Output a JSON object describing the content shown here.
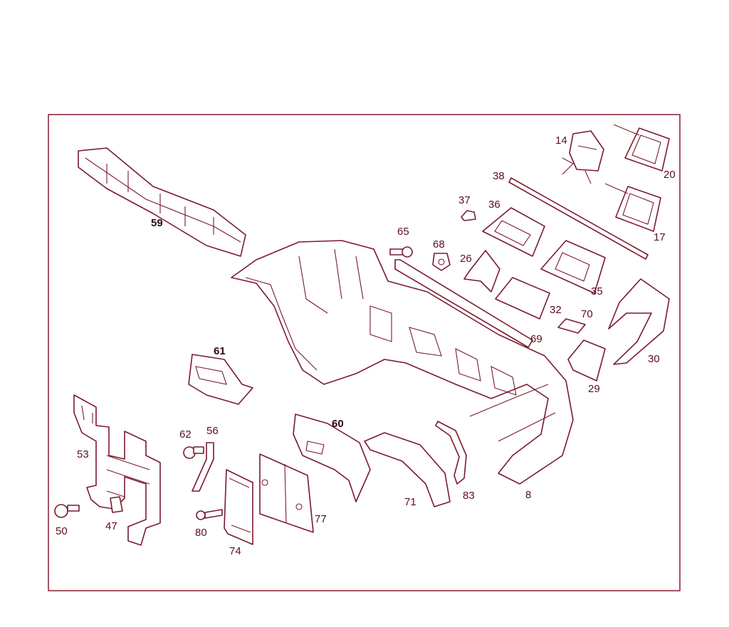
{
  "colors": {
    "line": "#7a1a2e",
    "label": "#5a0f1e",
    "frame": "#8a1a2e",
    "background": "#ffffff"
  },
  "labels": {
    "l14": "14",
    "l20": "20",
    "l38": "38",
    "l17": "17",
    "l37": "37",
    "l36": "36",
    "l59": "59",
    "l65": "65",
    "l68": "68",
    "l26": "26",
    "l35": "35",
    "l32": "32",
    "l70": "70",
    "l69": "69",
    "l30": "30",
    "l61": "61",
    "l29": "29",
    "l60": "60",
    "l62": "62",
    "l56": "56",
    "l53": "53",
    "l83": "83",
    "l8": "8",
    "l71": "71",
    "l77": "77",
    "l50": "50",
    "l47": "47",
    "l80": "80",
    "l74": "74"
  }
}
